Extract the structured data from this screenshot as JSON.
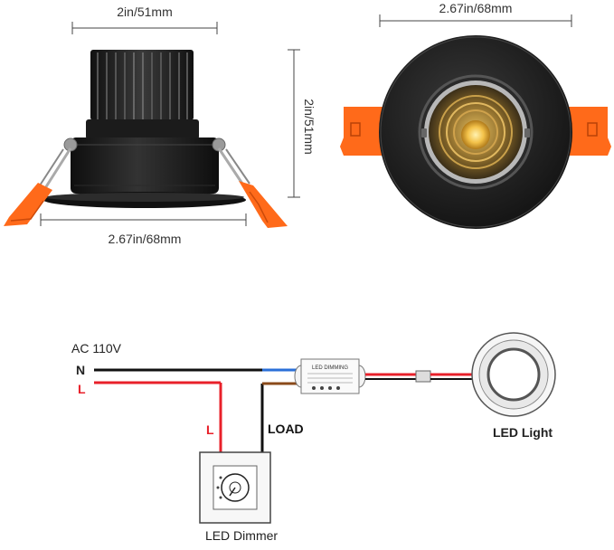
{
  "dimensions": {
    "side_width_top": "2in/51mm",
    "side_height": "2in/51mm",
    "side_width_bottom": "2.67in/68mm",
    "front_width": "2.67in/68mm"
  },
  "wiring": {
    "supply_label": "AC 110V",
    "neutral_label": "N",
    "line_label": "L",
    "line_drop_label": "L",
    "load_label": "LOAD",
    "driver_label": "LED DIMMING",
    "light_label": "LED Light",
    "dimmer_label": "LED Dimmer"
  },
  "colors": {
    "accent_orange": "#ff6a1a",
    "wire_red": "#e8202a",
    "wire_black": "#111111",
    "wire_blue": "#2a6fd8",
    "wire_brown": "#8a4a1a",
    "housing_black": "#1c1c1c"
  }
}
